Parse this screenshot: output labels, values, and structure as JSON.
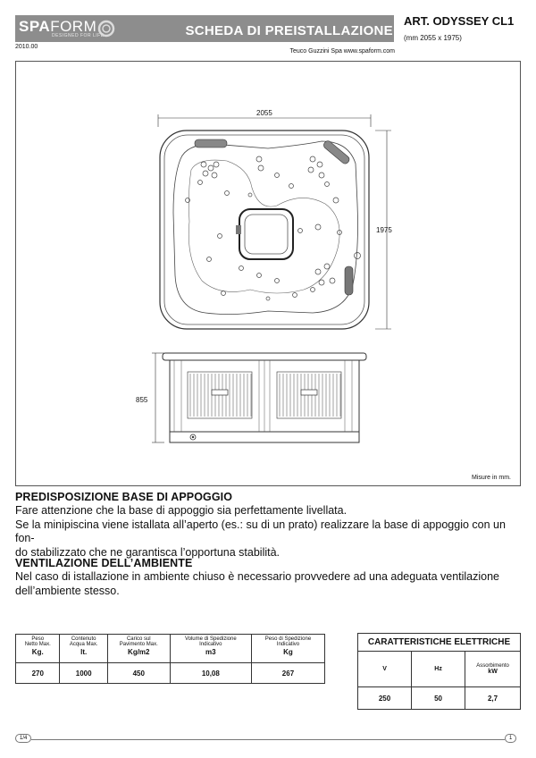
{
  "header": {
    "logo_bold": "SPA",
    "logo_thin": "FORM",
    "logo_tagline": "DESIGNED FOR LIFE",
    "title": "SCHEDA DI PREISTALLAZIONE",
    "article": "ART. ODYSSEY CL1",
    "size_note": "(mm 2055 x 1975)",
    "code": "2010.00",
    "company": "Teuco Guzzini Spa www.spaform.com"
  },
  "drawing": {
    "width_label": "2055",
    "depth_label": "1975",
    "height_label": "855",
    "units_note": "Misure in mm."
  },
  "section1": {
    "heading": "PREDISPOSIZIONE BASE DI APPOGGIO",
    "line1": "Fare attenzione che la base di appoggio sia perfettamente livellata.",
    "line2": "Se la minipiscina viene istallata all’aperto (es.: su di un prato) realizzare la base di appoggio con un fon-",
    "line3": "do stabilizzato che ne garantisca l’opportuna stabilità."
  },
  "section2": {
    "heading": "VENTILAZIONE DELL’AMBIENTE",
    "line1": "Nel caso di istallazione in ambiente chiuso è necessario provvedere ad una adeguata ventilazione",
    "line2": "dell’ambiente stesso."
  },
  "specs_table": {
    "columns": [
      {
        "label_a": "Peso",
        "label_b": "Netto Max.",
        "unit": "Kg."
      },
      {
        "label_a": "Contenuto",
        "label_b": "Acqua Max.",
        "unit": "lt."
      },
      {
        "label_a": "Carico sul",
        "label_b": "Pavimento Max.",
        "unit": "Kg/m2"
      },
      {
        "label_a": "Volume di Spedizione",
        "label_b": "Indicativo",
        "unit": "m3"
      },
      {
        "label_a": "Peso di Spedizione",
        "label_b": "Indicativo",
        "unit": "Kg"
      }
    ],
    "values": [
      "270",
      "1000",
      "450",
      "10,08",
      "267"
    ]
  },
  "electrical_table": {
    "title": "CARATTERISTICHE ELETTRICHE",
    "headers": [
      "V",
      "Hz",
      "Assorbimento"
    ],
    "headers_unit": "kW",
    "values": [
      "250",
      "50",
      "2,7"
    ]
  },
  "footer": {
    "page_left": "1/4",
    "page_right": "1"
  }
}
